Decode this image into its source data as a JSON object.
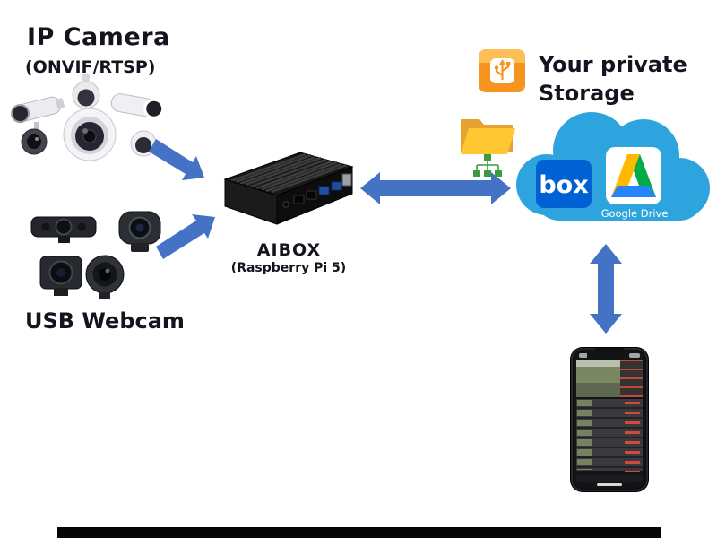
{
  "titles": {
    "ip_camera": "IP Camera",
    "ip_camera_sub": "(ONVIF/RTSP)",
    "usb_webcam": "USB Webcam",
    "aibox": "AIBOX",
    "aibox_sub": "(Raspberry Pi 5)",
    "storage_line1": "Your private",
    "storage_line2": "Storage"
  },
  "cloud": {
    "box_label": "box",
    "google_drive_label": "Google Drive"
  },
  "colors": {
    "arrow": "#4472C4",
    "cloud": "#2EA4DE",
    "box_blue": "#0061D5",
    "drive_yellow": "#FFBA00",
    "drive_green": "#00AC47",
    "drive_blue": "#2684FC",
    "folder_yellow": "#FFC832",
    "folder_yellow_dark": "#E5A32F",
    "usb_drive_orange": "#F7941E",
    "network_green": "#3D9B3F",
    "heading_text": "#14141E"
  },
  "icons": {
    "ip_camera_cluster": "ip-camera-cluster",
    "usb_webcam_cluster": "usb-webcam-cluster",
    "aibox_device": "raspberry-pi-5-case",
    "usb_drive": "external-usb-drive-icon",
    "shared_folder": "shared-folder-icon",
    "network_tree": "lan-network-icon",
    "cloud": "cloud-icon",
    "box_logo": "box-logo",
    "google_drive_logo": "google-drive-logo",
    "smartphone": "smartphone-camera-app"
  }
}
